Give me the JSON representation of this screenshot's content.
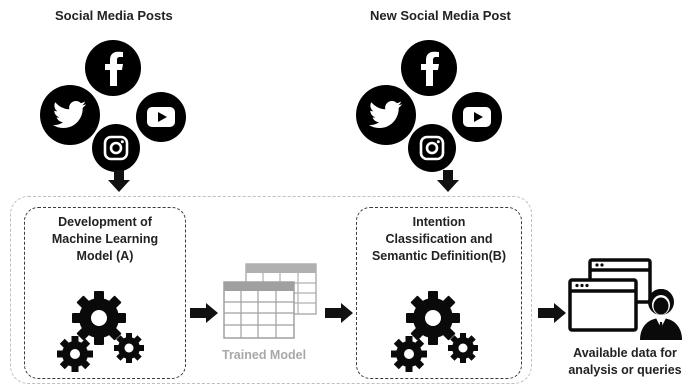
{
  "left_heading": "Social Media Posts",
  "right_heading": "New Social Media Post",
  "box_a_title": [
    "Development of",
    "Machine Learning",
    "Model (A)"
  ],
  "box_b_title": [
    "Intention",
    "Classification and",
    "Semantic Definition(B)"
  ],
  "trained_model_label": "Trained Model",
  "available_label": [
    "Available data for",
    "analysis or queries"
  ],
  "colors": {
    "icon": "#000000",
    "dashed_outer": "#bfbfbf",
    "dashed_inner": "#3a3a3a",
    "muted": "#a8a8a8"
  },
  "icons": [
    "facebook-icon",
    "twitter-icon",
    "youtube-icon",
    "instagram-icon",
    "gears-icon",
    "table-icon",
    "arrow-icon",
    "window-icon",
    "user-icon"
  ]
}
